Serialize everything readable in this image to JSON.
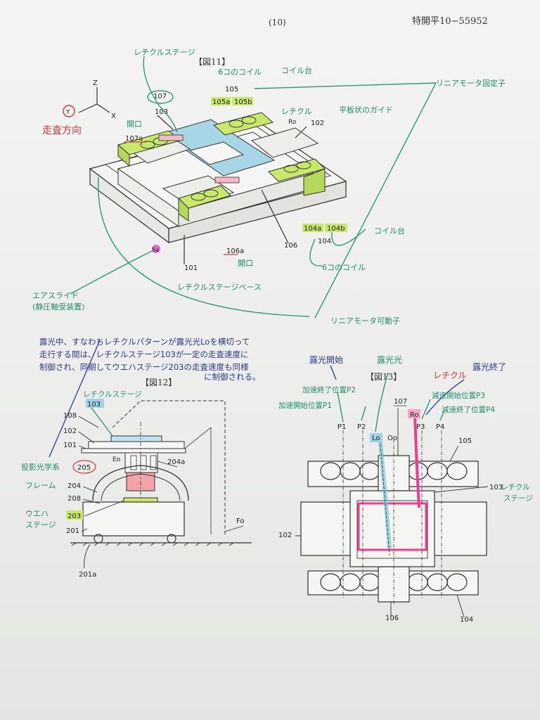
{
  "header": {
    "page_no": "(10)",
    "pub_no": "特開平10−55952"
  },
  "fig11": {
    "title": "【図11】",
    "axes": {
      "z": "Z",
      "y": "Y",
      "x": "X"
    },
    "refs": {
      "r107": "107",
      "r103": "103",
      "r107a": "107a",
      "r105": "105",
      "r105a": "105a",
      "r105b": "105b",
      "r102": "102",
      "r_ro": "Ro",
      "r104a": "104a",
      "r104b": "104b",
      "r104": "104",
      "r106": "106",
      "r106a": "106a",
      "r101": "101",
      "r5a": "5a"
    },
    "notes": {
      "reticle_stage": "レチクルステージ",
      "six_coil_top": "6コのコイル",
      "coil_base_top": "コイル台",
      "linear_stator": "リニアモータ固定子",
      "reticle": "レチクル",
      "plate_guide": "平板状のガイド",
      "scan_dir": "走査方向",
      "opening_top": "開口",
      "coil_base_right": "コイル台",
      "six_coil_bottom": "6コのコイル",
      "opening_bottom": "開口",
      "stage_base": "レチクルステージベース",
      "air_slide_1": "エアスライド",
      "air_slide_2": "(静圧軸受装置)",
      "linear_mover": "リニアモータ可動子"
    }
  },
  "exposure_note": {
    "line1": "露光中、すなわちレチクルパターンが露光光Loを横切って",
    "line2": "走行する間は、レチクルステージ103が一定の走査速度に",
    "line3": "制御され、同期してウエハステージ203の走査速度も同様",
    "line4": "に制御される。"
  },
  "fig12": {
    "title": "【図12】",
    "refs": {
      "r108": "108",
      "r102": "102",
      "r101": "101",
      "r103": "103",
      "r_eo": "Eo",
      "r205": "205",
      "r204a": "204a",
      "r204": "204",
      "r208": "208",
      "r203": "203",
      "r201": "201",
      "r201a": "201a",
      "r_fo": "Fo"
    },
    "notes": {
      "reticle_stage": "レチクルステージ",
      "projection": "投影光学系",
      "frame": "フレーム",
      "wafer_1": "ウエハ",
      "wafer_2": "ステージ"
    }
  },
  "fig13": {
    "title": "【図13】",
    "positions": [
      "P1",
      "P2",
      "Lo",
      "Oo",
      "Ro",
      "P3",
      "P4"
    ],
    "refs": {
      "r107": "107",
      "r105": "105",
      "r103": "103",
      "r102": "102",
      "r106": "106",
      "r104": "104"
    },
    "notes": {
      "exposure_start": "露光開始",
      "exposure_light": "露光光",
      "reticle": "レチクル",
      "exposure_end": "露光終了",
      "accel_end": "加速終了位置P2",
      "accel_start": "加速開始位置P1",
      "decel_start": "減速開始位置P3",
      "decel_end": "減速終了位置P4",
      "reticle_stage_1": "レチクル",
      "reticle_stage_2": "ステージ"
    }
  }
}
